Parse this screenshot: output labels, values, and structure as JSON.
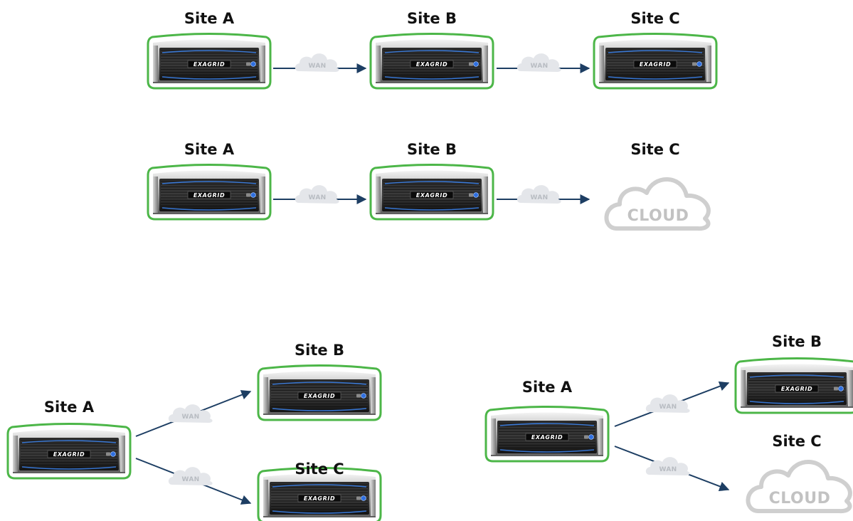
{
  "labels": {
    "site_a": "Site A",
    "site_b": "Site B",
    "site_c": "Site C",
    "wan": "WAN",
    "cloud": "CLOUD",
    "logo": "EXAGRID"
  },
  "colors": {
    "appliance_outline": "#4cb648",
    "arrow": "#1d3e63",
    "wan_cloud": "#e4e6ea",
    "cloud_outline": "#cfcfcf"
  }
}
